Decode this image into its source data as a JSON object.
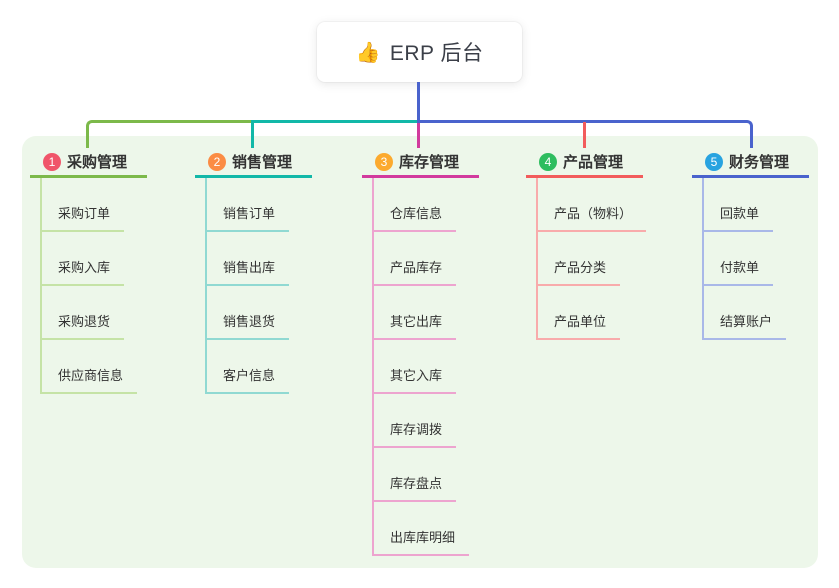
{
  "root": {
    "icon": "👍",
    "label": "ERP 后台"
  },
  "branches": [
    {
      "index": "1",
      "title": "采购管理",
      "circle_color": "#f0556a",
      "accent": "#7cb94a",
      "light": "#c5e3a6",
      "children": [
        "采购订单",
        "采购入库",
        "采购退货",
        "供应商信息"
      ]
    },
    {
      "index": "2",
      "title": "销售管理",
      "circle_color": "#fb8c44",
      "accent": "#12b8a8",
      "light": "#90d9d2",
      "children": [
        "销售订单",
        "销售出库",
        "销售退货",
        "客户信息"
      ]
    },
    {
      "index": "3",
      "title": "库存管理",
      "circle_color": "#fcaa2e",
      "accent": "#d23b9e",
      "light": "#eda4cf",
      "children": [
        "仓库信息",
        "产品库存",
        "其它出库",
        "其它入库",
        "库存调拨",
        "库存盘点",
        "出库库明细"
      ]
    },
    {
      "index": "4",
      "title": "产品管理",
      "circle_color": "#2ebd5f",
      "accent": "#f25c5c",
      "light": "#f8abab",
      "children": [
        "产品（物料）",
        "产品分类",
        "产品单位"
      ]
    },
    {
      "index": "5",
      "title": "财务管理",
      "circle_color": "#28a3e0",
      "accent": "#4a63cd",
      "light": "#a9b8e8",
      "children": [
        "回款单",
        "付款单",
        "结算账户"
      ]
    }
  ],
  "canvas": {
    "background": "#ffffff",
    "panel_background": "#edf7ea"
  }
}
